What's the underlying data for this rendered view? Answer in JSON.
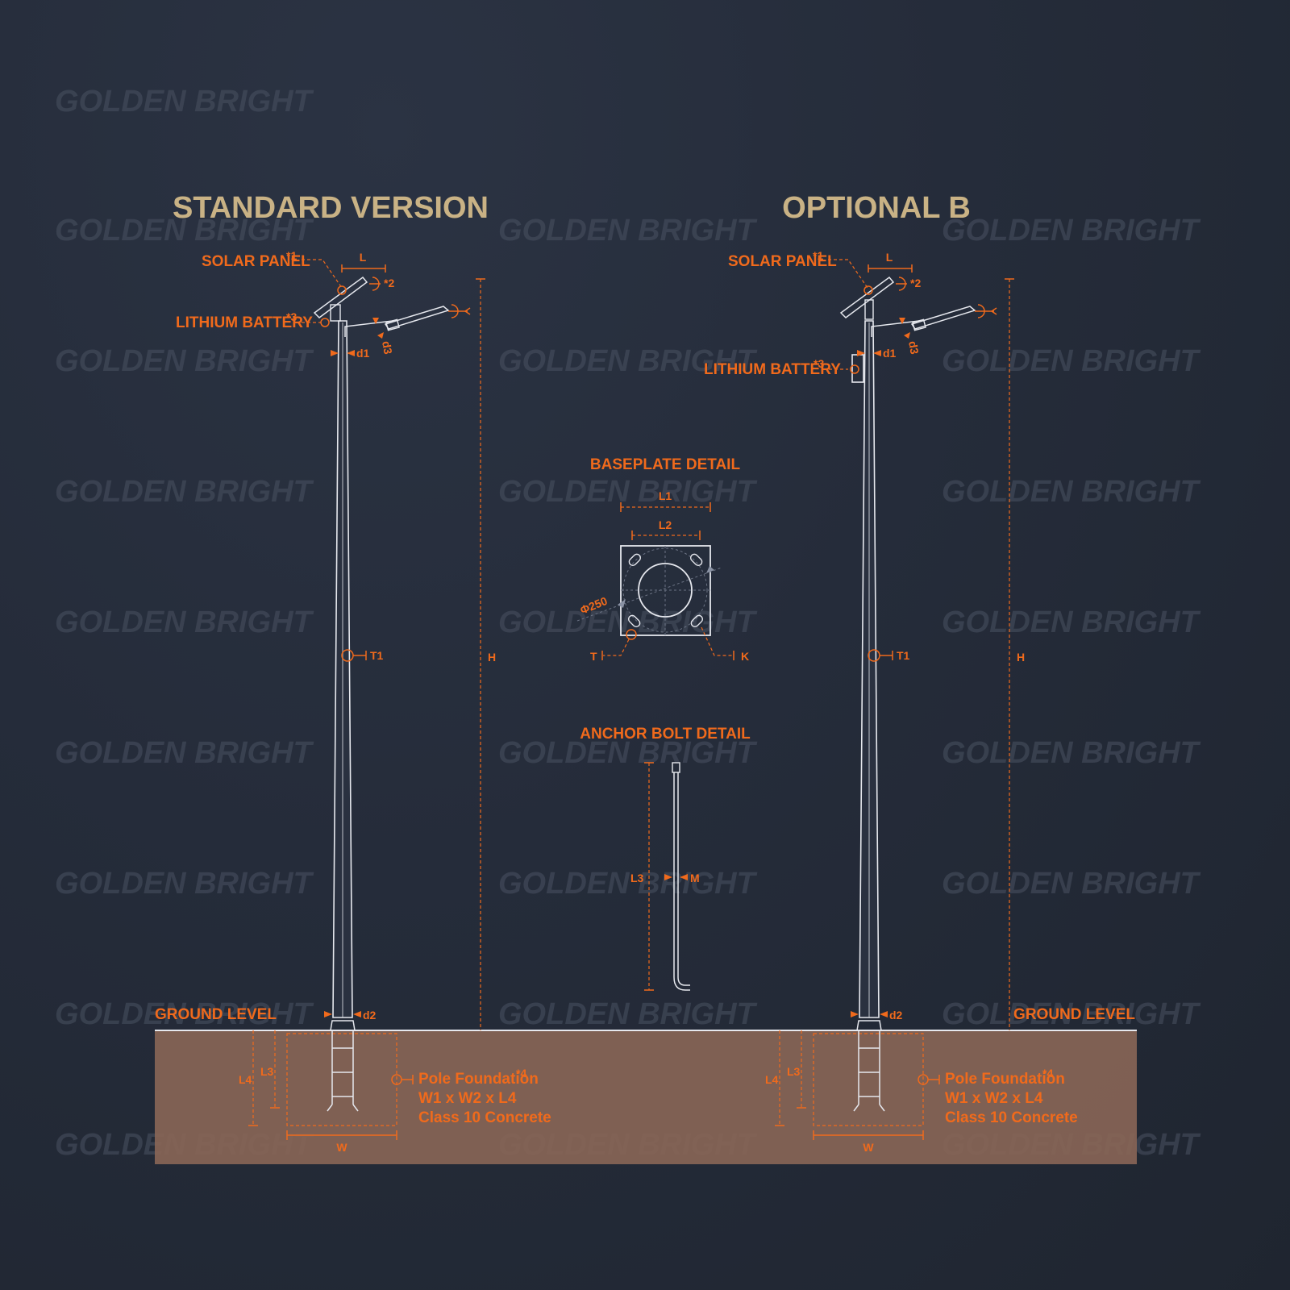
{
  "watermark": "GOLDEN BRIGHT",
  "colors": {
    "accent": "#f06a1c",
    "title": "#c9b285",
    "ground": "#8a6656",
    "line": "#e6e8ee"
  },
  "standard": {
    "title": "STANDARD VERSION",
    "solar_panel": "SOLAR PANEL",
    "solar_note": "*1",
    "tilt_note": "*2",
    "battery": "LITHIUM BATTERY",
    "battery_note": "*3",
    "dim_L": "L",
    "dim_d1": "d1",
    "dim_d2": "d2",
    "dim_d3": "d3",
    "dim_T1": "T1",
    "dim_H": "H",
    "ground_level": "GROUND LEVEL",
    "dim_L3": "L3",
    "dim_L4": "L4",
    "dim_W": "W",
    "foundation_line1": "Pole Foundation",
    "foundation_note": "*4",
    "foundation_line2": "W1 x W2 x L4",
    "foundation_line3": "Class 10 Concrete"
  },
  "optional": {
    "title": "OPTIONAL B",
    "solar_panel": "SOLAR PANEL",
    "solar_note": "*1",
    "tilt_note": "*2",
    "battery": "LITHIUM BATTERY",
    "battery_note": "*3",
    "dim_L": "L",
    "dim_d1": "d1",
    "dim_d2": "d2",
    "dim_d3": "d3",
    "dim_T1": "T1",
    "dim_H": "H",
    "ground_level": "GROUND LEVEL",
    "dim_L3": "L3",
    "dim_L4": "L4",
    "dim_W": "W",
    "foundation_line1": "Pole Foundation",
    "foundation_note": "*4",
    "foundation_line2": "W1 x W2 x L4",
    "foundation_line3": "Class 10 Concrete"
  },
  "baseplate": {
    "title": "BASEPLATE DETAIL",
    "dim_L1": "L1",
    "dim_L2": "L2",
    "diameter": "Φ250",
    "dim_T": "T",
    "dim_K": "K"
  },
  "anchor": {
    "title": "ANCHOR BOLT DETAIL",
    "dim_L3": "L3",
    "dim_M": "M"
  }
}
